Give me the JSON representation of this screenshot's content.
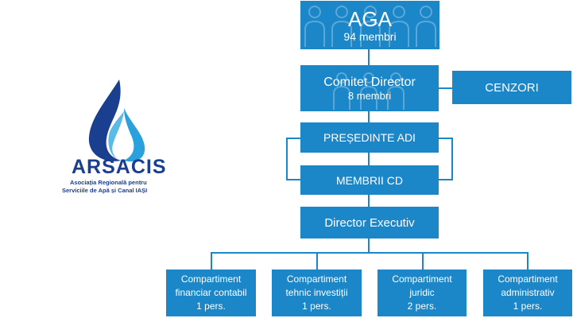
{
  "logo": {
    "name": "ARSACIS",
    "subtitle_line1": "Asociația Regională pentru",
    "subtitle_line2": "Serviciile de Apă și Canal IAȘI"
  },
  "aga": {
    "title": "AGA",
    "subtitle": "94 membri"
  },
  "comitet": {
    "title": "Comitet Director",
    "subtitle": "8 membri"
  },
  "cenzori": {
    "title": "CENZORI"
  },
  "presedinte": {
    "title": "PREȘEDINTE ADI"
  },
  "membrii": {
    "title": "MEMBRII CD"
  },
  "director": {
    "title": "Director Executiv"
  },
  "departments": [
    {
      "line1": "Compartiment",
      "line2": "financiar contabil",
      "line3": "1 pers."
    },
    {
      "line1": "Compartiment",
      "line2": "tehnic investiții",
      "line3": "1 pers."
    },
    {
      "line1": "Compartiment",
      "line2": "juridic",
      "line3": "2 pers."
    },
    {
      "line1": "Compartiment",
      "line2": "administrativ",
      "line3": "1 pers."
    }
  ],
  "colors": {
    "box": "#1b86c8",
    "logo_dark": "#1a3f8f",
    "logo_light": "#2aa0dc"
  }
}
